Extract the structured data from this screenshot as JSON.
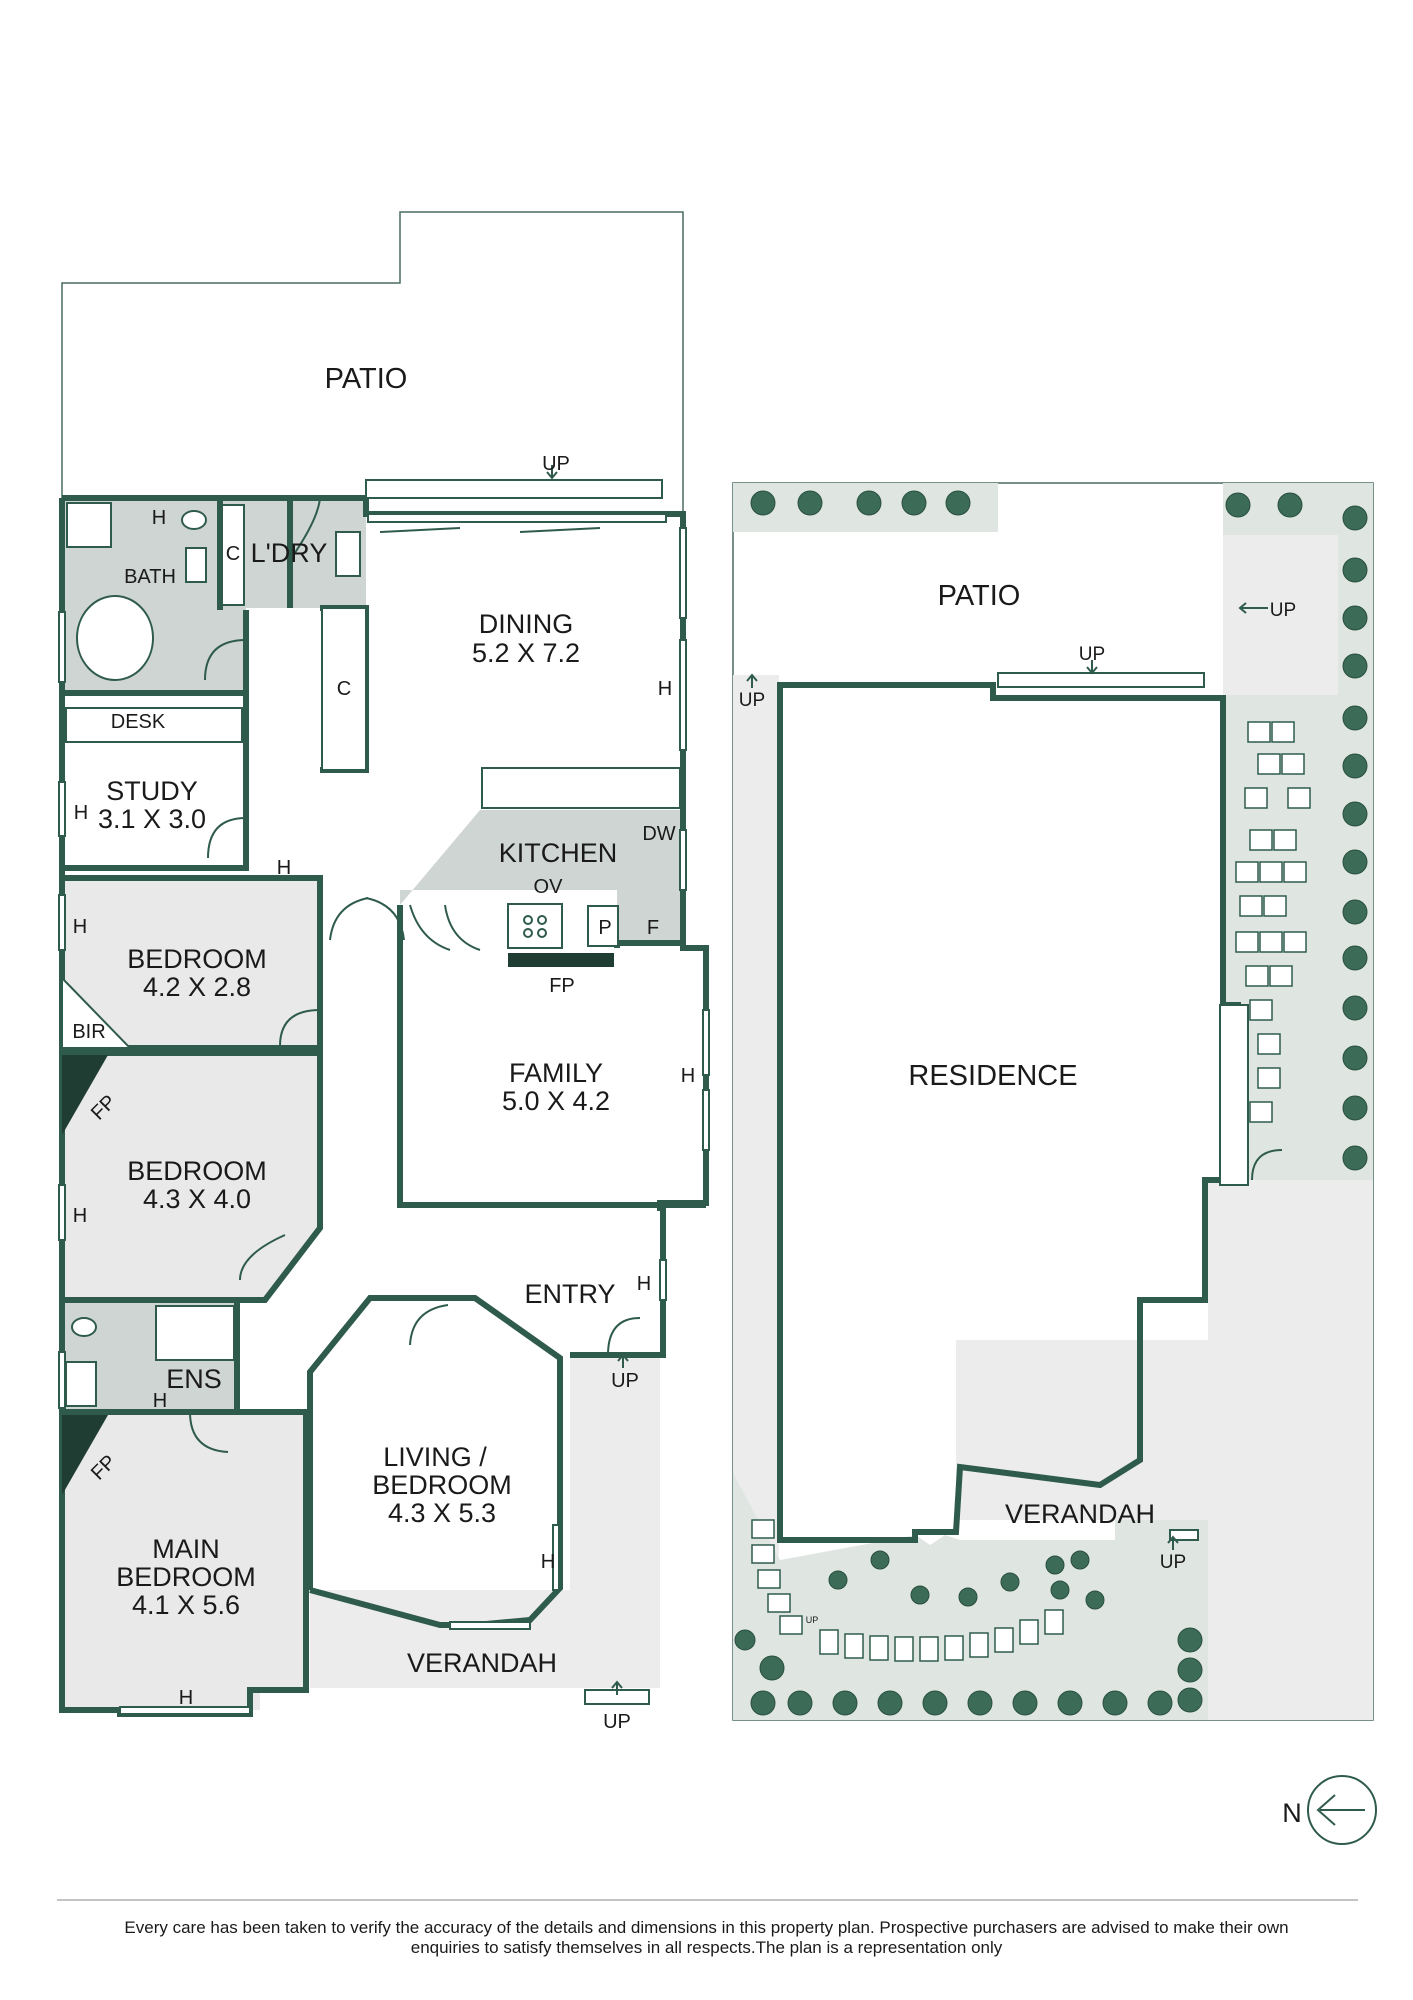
{
  "floor_plan": {
    "rooms": [
      {
        "key": "patio",
        "name": "PATIO"
      },
      {
        "key": "bath",
        "name": "BATH"
      },
      {
        "key": "laundry",
        "name": "L'DRY"
      },
      {
        "key": "dining",
        "name": "DINING",
        "size": "5.2 X 7.2"
      },
      {
        "key": "desk",
        "name": "DESK"
      },
      {
        "key": "study",
        "name": "STUDY",
        "size": "3.1 X 3.0"
      },
      {
        "key": "kitchen",
        "name": "KITCHEN"
      },
      {
        "key": "bedroom1",
        "name": "BEDROOM",
        "size": "4.2 X 2.8"
      },
      {
        "key": "bir",
        "name": "BIR"
      },
      {
        "key": "family",
        "name": "FAMILY",
        "size": "5.0 X 4.2"
      },
      {
        "key": "bedroom2",
        "name": "BEDROOM",
        "size": "4.3 X 4.0"
      },
      {
        "key": "entry",
        "name": "ENTRY"
      },
      {
        "key": "ens",
        "name": "ENS"
      },
      {
        "key": "living",
        "name": "LIVING / BEDROOM",
        "name_lines": [
          "LIVING /",
          "BEDROOM"
        ],
        "size": "4.3 X 5.3"
      },
      {
        "key": "main",
        "name": "MAIN BEDROOM",
        "name_lines": [
          "MAIN",
          "BEDROOM"
        ],
        "size": "4.1 X 5.6"
      },
      {
        "key": "verandah",
        "name": "VERANDAH"
      }
    ],
    "fixtures": {
      "heater": "H",
      "cupboard": "C",
      "fireplace": "FP",
      "oven": "OV",
      "pantry": "P",
      "fridge": "F",
      "dishwasher": "DW",
      "step_up": "UP"
    }
  },
  "site_plan": {
    "patio": "PATIO",
    "residence": "RESIDENCE",
    "verandah": "VERANDAH",
    "step_up": "UP"
  },
  "compass": {
    "label": "N"
  },
  "disclaimer": {
    "line1": "Every care has been taken to verify the accuracy of the details and dimensions in this property plan. Prospective purchasers are advised to make their own",
    "line2": "enquiries to satisfy themselves in all respects.The plan is a representation only"
  },
  "colors": {
    "wall": "#2f5b4d",
    "room_fill": "#e9e9e9",
    "wet_area_fill": "#cfd5d2",
    "garden_fill": "#dfe6e2",
    "tree": "#3c6b58"
  }
}
